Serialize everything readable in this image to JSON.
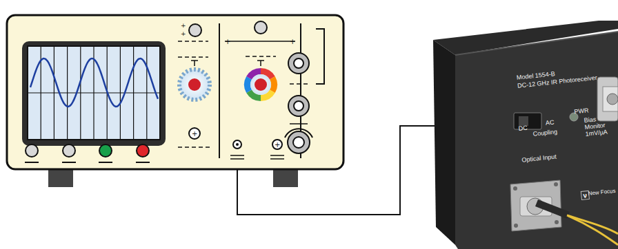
{
  "diagram": {
    "nodes": [
      {
        "text": [
          "Model 1554-B",
          "DC-12 GHz IR Photoreceiver",
          "PWR",
          "DC",
          "AC",
          "Coupling",
          "Bias Monitor 1mV/µA",
          "Optical Input",
          "ν",
          "New Focus"
        ]
      }
    ]
  }
}
